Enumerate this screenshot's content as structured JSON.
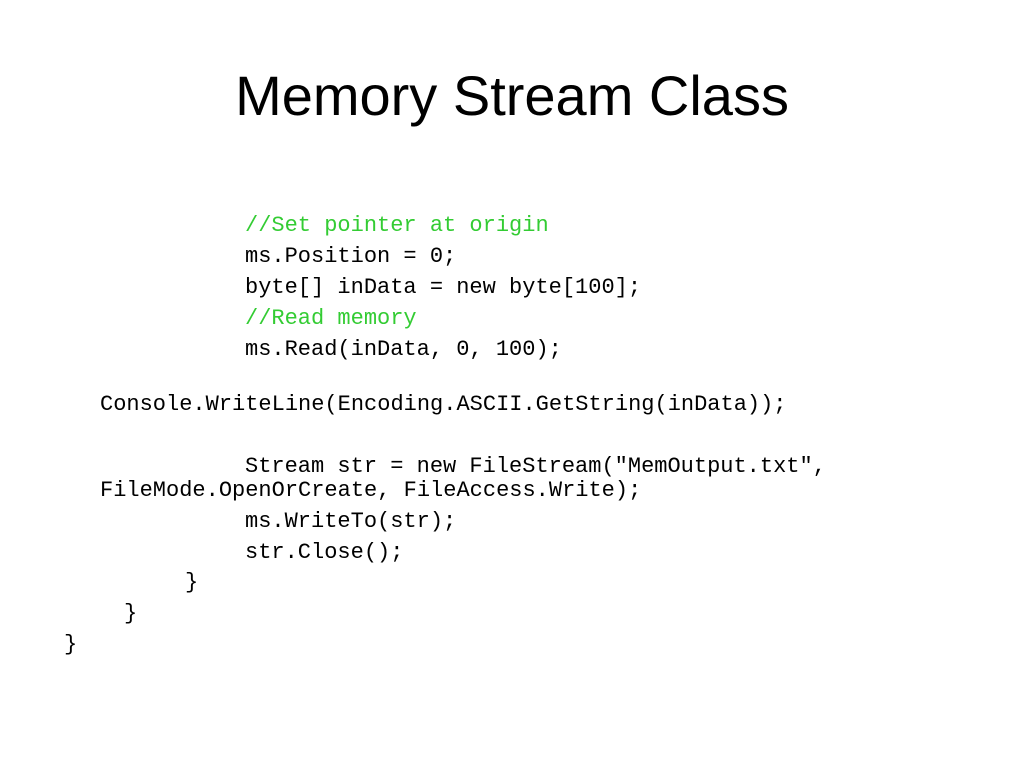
{
  "slide": {
    "title": "Memory Stream Class"
  },
  "colors": {
    "comment": "#33cc33",
    "code": "#000000",
    "background": "#ffffff"
  },
  "code": {
    "line_01": "//Set pointer at origin",
    "line_02": "ms.Position = 0;",
    "line_03": "byte[] inData = new byte[100];",
    "line_04": "//Read memory",
    "line_05": "ms.Read(inData, 0, 100);",
    "line_06": "Console.WriteLine(Encoding.ASCII.GetString(inData));",
    "line_07a": "Stream str = new FileStream(\"MemOutput.txt\",",
    "line_07b": "FileMode.OpenOrCreate, FileAccess.Write);",
    "line_08": "ms.WriteTo(str);",
    "line_09": "str.Close();",
    "line_10": "}",
    "line_11": "}",
    "line_12": "}"
  }
}
